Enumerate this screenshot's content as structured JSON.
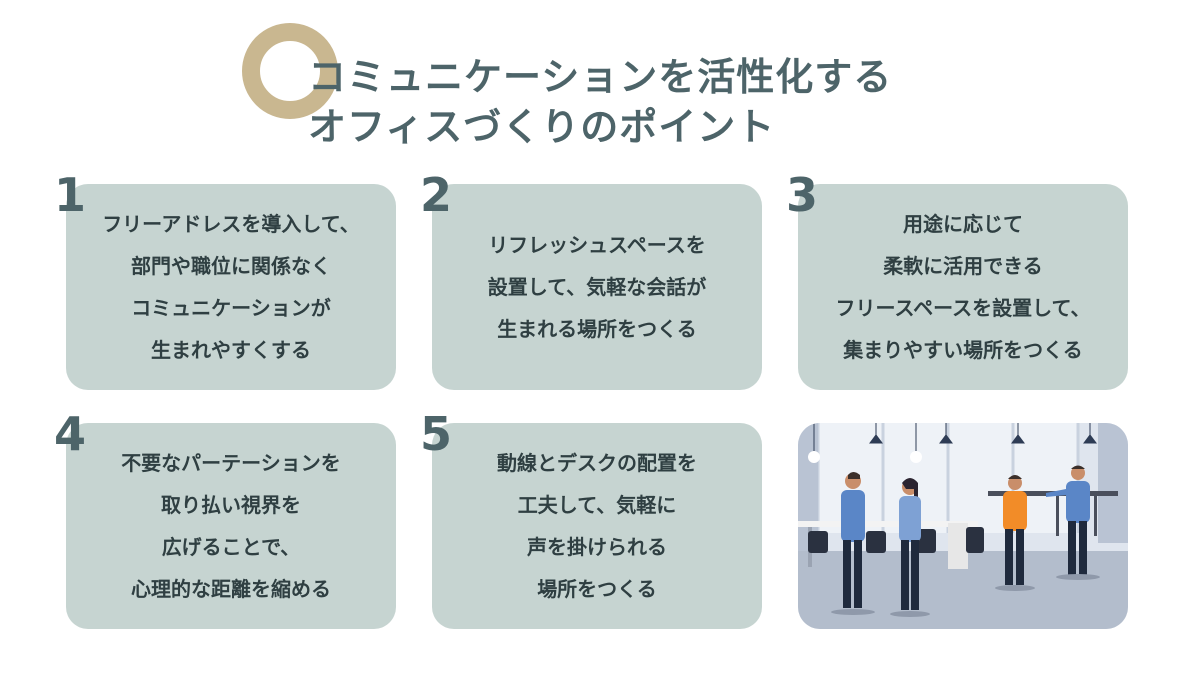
{
  "title": {
    "line1": "コミュニケーションを活性化する",
    "line2": "オフィスづくりのポイント"
  },
  "colors": {
    "accent_ring": "#c9b790",
    "card_bg": "#c6d4d1",
    "title_text": "#4d6469",
    "card_text": "#2f3f42"
  },
  "cards": [
    {
      "number": "1",
      "lines": [
        "フリーアドレスを導入して、",
        "部門や職位に関係なく",
        "コミュニケーションが",
        "生まれやすくする"
      ]
    },
    {
      "number": "2",
      "lines": [
        "リフレッシュスペースを",
        "設置して、気軽な会話が",
        "生まれる場所をつくる"
      ]
    },
    {
      "number": "3",
      "lines": [
        "用途に応じて",
        "柔軟に活用できる",
        "フリースペースを設置して、",
        "集まりやすい場所をつくる"
      ]
    },
    {
      "number": "4",
      "lines": [
        "不要なパーテーションを",
        "取り払い視界を",
        "広げることで、",
        "心理的な距離を縮める"
      ]
    },
    {
      "number": "5",
      "lines": [
        "動線とデスクの配置を",
        "工夫して、気軽に",
        "声を掛けられる",
        "場所をつくる"
      ]
    }
  ]
}
